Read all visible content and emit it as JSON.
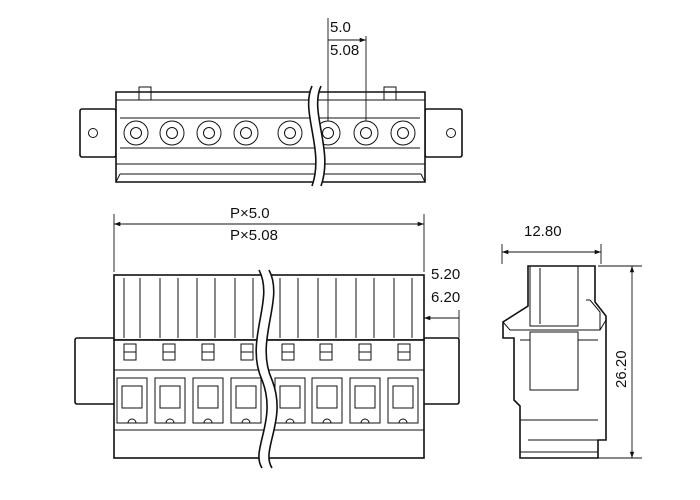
{
  "drawing": {
    "top_view": {
      "pitch_a": "5.0",
      "pitch_b": "5.08"
    },
    "front_view": {
      "length_a": "P×5.0",
      "length_b": "P×5.08",
      "offset_a": "5.20",
      "offset_b": "6.20"
    },
    "side_view": {
      "width": "12.80",
      "height": "26.20"
    }
  }
}
